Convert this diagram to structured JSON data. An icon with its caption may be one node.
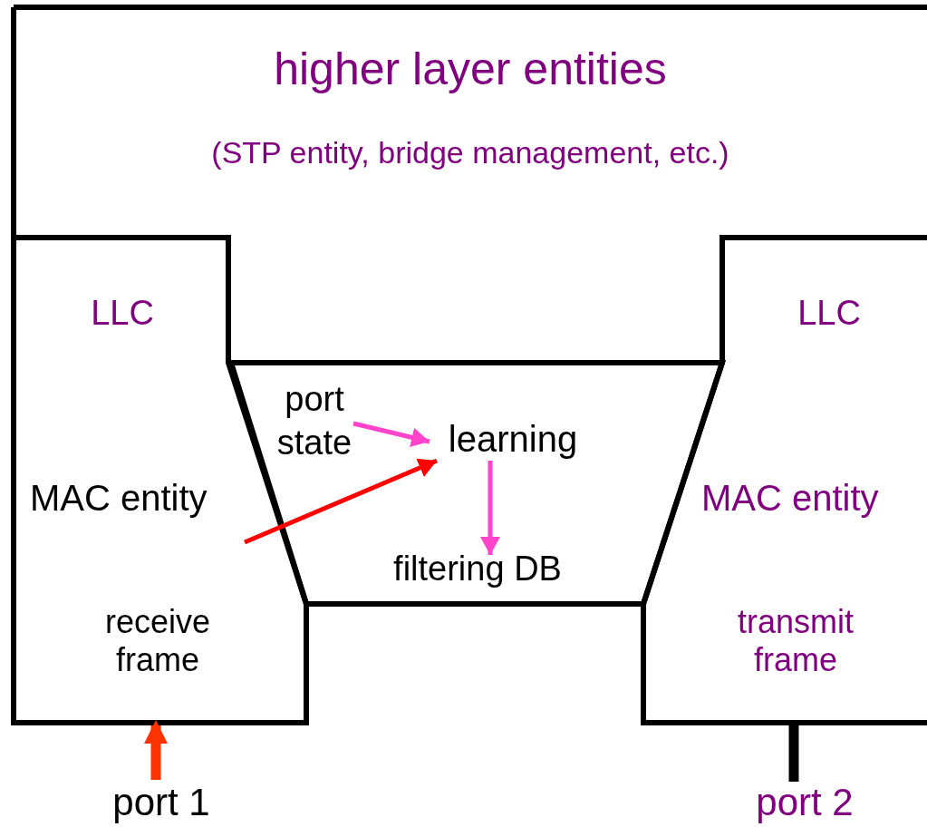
{
  "diagram": {
    "nodes": [
      {
        "text": [
          "higher layer entities",
          "(STP entity, bridge management, etc.)"
        ]
      },
      {
        "text": [
          "LLC",
          "MAC entity",
          "receive frame"
        ]
      },
      {
        "text": [
          "LLC",
          "MAC entity",
          "transmit frame"
        ]
      },
      {
        "text": [],
        "shape": "trapezoid"
      },
      {
        "text": [
          "port state"
        ],
        "in": 3
      },
      {
        "text": [
          "learning"
        ],
        "in": 3
      },
      {
        "text": [
          "filtering DB"
        ],
        "in": 3
      },
      {
        "text": [
          "port 1"
        ]
      },
      {
        "text": [
          "port 2"
        ]
      }
    ],
    "edges": [
      {
        "from": 4,
        "to": 5,
        "arrow": "to",
        "color": "#ff44cc"
      },
      {
        "from": 5,
        "to": 6,
        "arrow": "to",
        "color": "#ff44cc"
      },
      {
        "from": 1,
        "to": 5,
        "arrow": "to",
        "color": "#ff0000"
      },
      {
        "from": 7,
        "to": 1,
        "arrow": "to",
        "style": "thick",
        "color": "#ff3300"
      },
      {
        "from": 8,
        "to": 2,
        "arrow": "none",
        "style": "thick",
        "color": "#000000"
      }
    ]
  }
}
